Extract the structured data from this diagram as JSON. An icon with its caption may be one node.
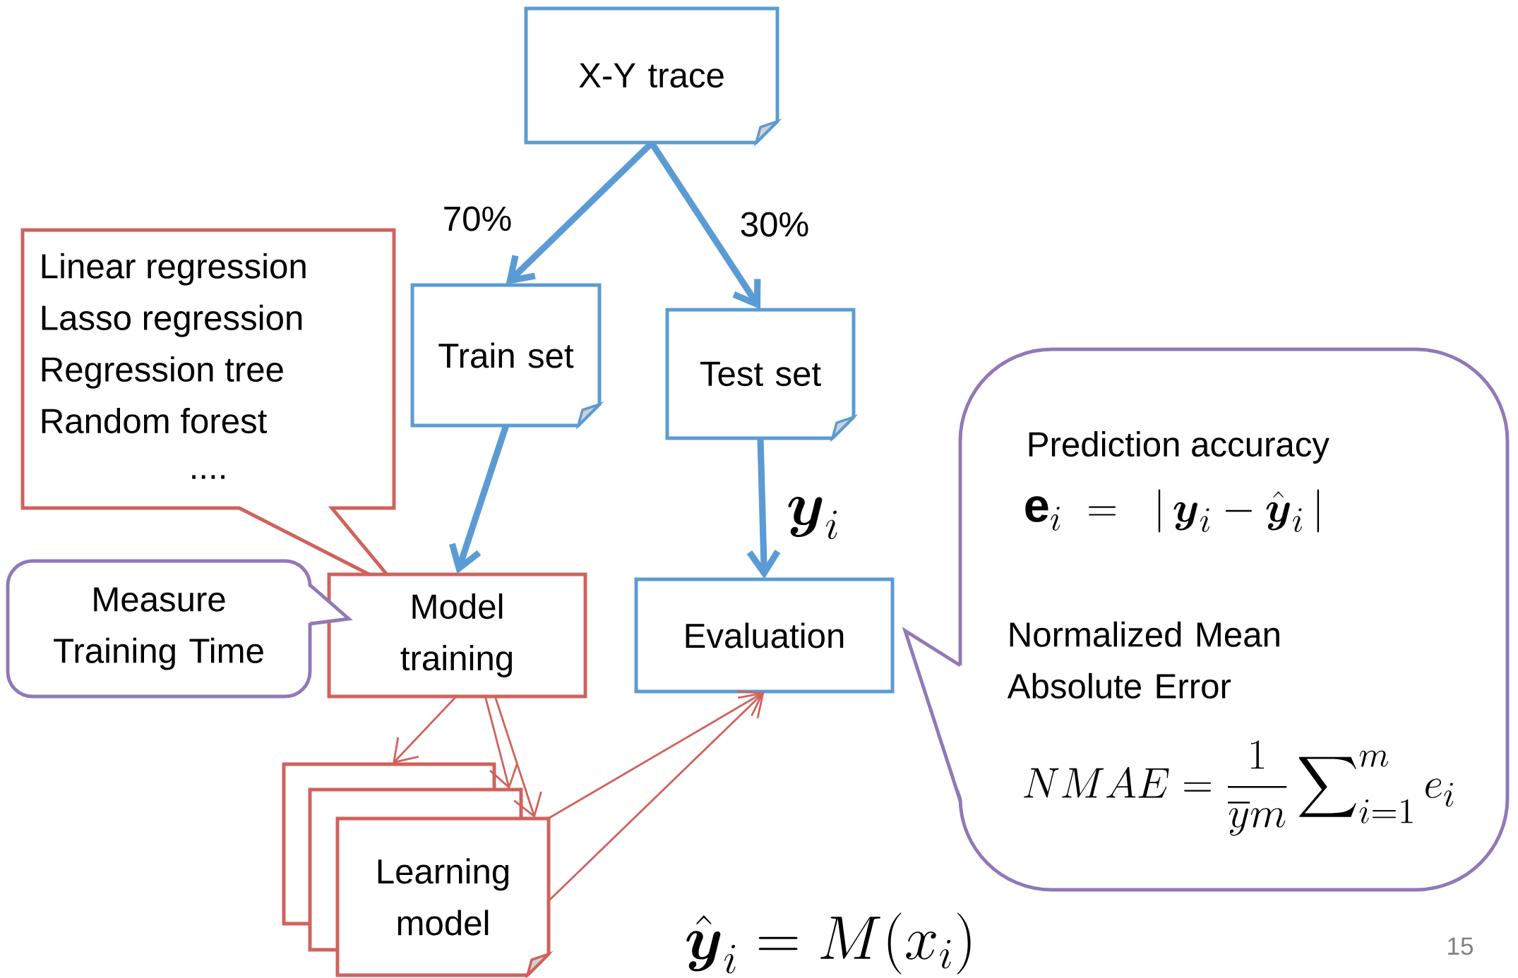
{
  "diagram": {
    "nodes": [
      {
        "text": [
          "X-Y trace"
        ]
      },
      {
        "text": [
          "Train set"
        ]
      },
      {
        "text": [
          "Test set"
        ]
      },
      {
        "text": [
          "Linear regression",
          "Lasso regression",
          "Regression tree",
          "Random forest",
          "...."
        ]
      },
      {
        "text": [
          "Model training"
        ]
      },
      {
        "text": [
          "Measure Training Time"
        ]
      },
      {
        "text": [
          "Evaluation"
        ]
      },
      {
        "text": [],
        "shape": "box"
      },
      {
        "text": [],
        "shape": "box"
      },
      {
        "text": [
          "Learning model"
        ]
      },
      {
        "text": [
          "Prediction accuracy",
          "\\mathbf{e}_i \\;=\\; \\;|\\,\\boldsymbol{y}_i - \\hat{\\boldsymbol{y}}_i\\,|",
          "Normalized Mean Absolute Error",
          "NMAE = \\frac{1}{\\overline{y}m}\\sum\\nolimits_{i=1}^{m} e_i"
        ]
      }
    ],
    "edges": [
      {
        "from": 0,
        "to": 1,
        "arrow": "to",
        "label": "70%",
        "style": "thick",
        "color": "#5b9bd5"
      },
      {
        "from": 0,
        "to": 2,
        "arrow": "to",
        "label": "30%",
        "style": "thick",
        "color": "#5b9bd5"
      },
      {
        "from": 1,
        "to": 4,
        "arrow": "to",
        "style": "thick",
        "color": "#5b9bd5"
      },
      {
        "from": 2,
        "to": 6,
        "arrow": "to",
        "style": "thick",
        "color": "#5b9bd5"
      },
      {
        "from": 4,
        "to": 7,
        "arrow": "to"
      },
      {
        "from": 4,
        "to": 8,
        "arrow": "to"
      },
      {
        "from": 4,
        "to": 9,
        "arrow": "to"
      },
      {
        "from": 9,
        "to": 6,
        "arrow": "to"
      },
      {
        "from": 9,
        "to": 6,
        "arrow": "to"
      }
    ],
    "labels": [
      "\\boldsymbol{y}_i",
      "\\hat{\\boldsymbol{y}}_i = M(x_i)",
      "15"
    ]
  }
}
